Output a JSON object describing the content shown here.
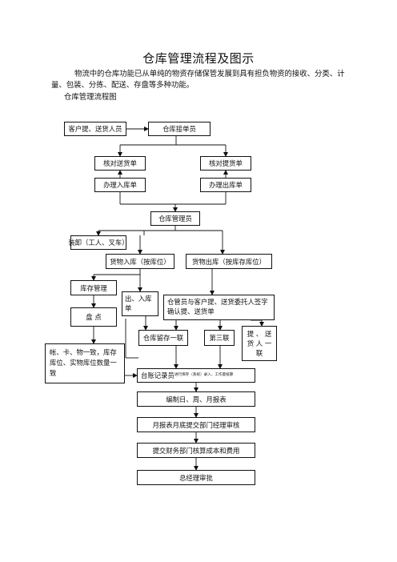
{
  "title": "仓库管理流程及图示",
  "intro": "物流中的仓库功能已从单纯的物资存储保管发展到具有担负物资的接收、分类、计量、包装、分拣、配送、存盘等多种功能。",
  "caption": "仓库管理流程图",
  "flow": {
    "customer": "客户提、送货人员",
    "receive_order": "仓库接单员",
    "check_delivery": "核对送货单",
    "check_pickup": "核对提货单",
    "inbound_doc": "办理入库单",
    "outbound_doc": "办理出库单",
    "warehouse_manager": "仓库管理员",
    "loading": "装卸（工人、叉车）",
    "goods_in": "货物入库（按库位）",
    "goods_out": "货物出库（按库存库位）",
    "inventory_mgmt": "库存管理",
    "stocktake": "盘  点",
    "in_out_slip": "出、入库单",
    "confirm_text": "仓管员与客户提、送货委托人签字确认提、送货单",
    "consistency": "帐、卡、物一致，库存库位、实物库位数量一致",
    "copy_retained": "仓库留存一联",
    "copy_third": "第三联",
    "copy_courier": "提 、 送 货 人 一 联",
    "ledger_clerk": "台账记录员",
    "ledger_note": "进行库存（系统）录入、工作量核算",
    "reports": "编制日、周、月报表",
    "monthly_review": "月报表月底提交部门经理审核",
    "finance": "提交财务部门核算成本和费用",
    "gm_approval": "总经理审批"
  }
}
